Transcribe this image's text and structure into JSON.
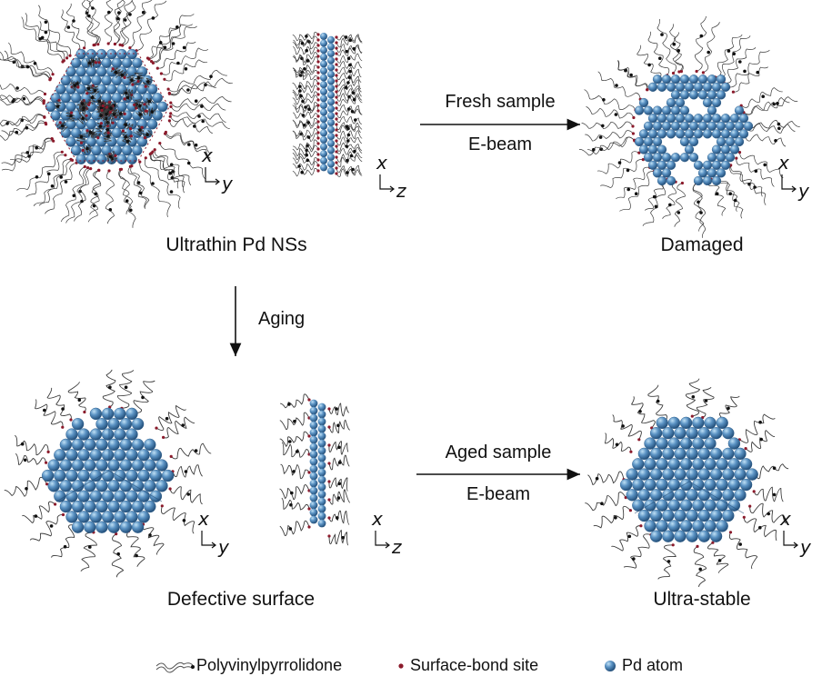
{
  "panels": {
    "ultrathin": {
      "caption": "Ultrathin Pd NSs"
    },
    "damaged": {
      "caption": "Damaged"
    },
    "defective": {
      "caption": "Defective surface"
    },
    "ultrastable": {
      "caption": "Ultra-stable"
    }
  },
  "arrows": {
    "fresh": {
      "top_label": "Fresh sample",
      "bottom_label": "E-beam"
    },
    "aging": {
      "label": "Aging"
    },
    "aged": {
      "top_label": "Aged sample",
      "bottom_label": "E-beam"
    }
  },
  "axes": {
    "xy": {
      "vertical": "x",
      "horizontal": "y"
    },
    "xz": {
      "vertical": "x",
      "horizontal": "z"
    }
  },
  "legend": {
    "polymer": "Polyvinylpyrrolidone",
    "bond_site": "Surface-bond site",
    "atom": "Pd atom"
  },
  "colors": {
    "atom": "#4f86b8",
    "atom_dark": "#2f5f8c",
    "bond_site": "#8b1a2b",
    "ligand": "#444444"
  }
}
